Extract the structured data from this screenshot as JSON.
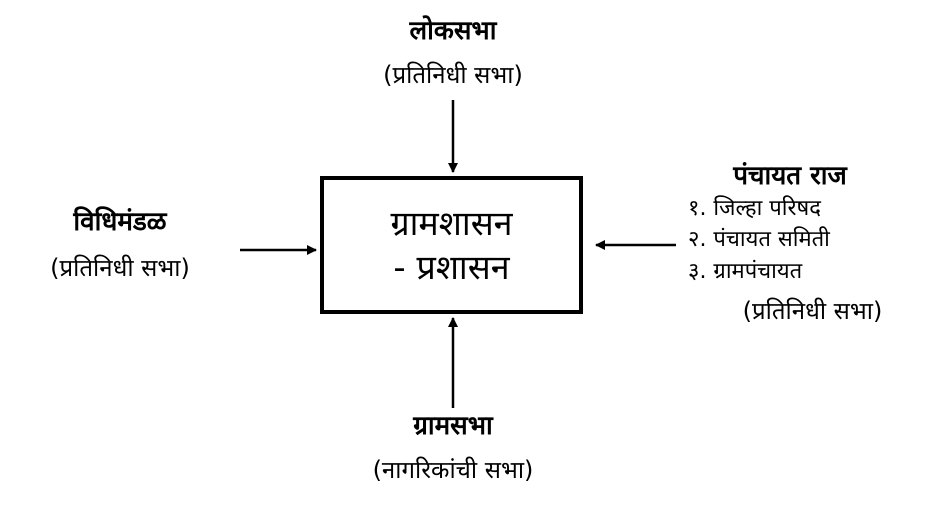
{
  "center": {
    "line1": "ग्रामशासन",
    "line2": "- प्रशासन"
  },
  "top": {
    "title": "लोकसभा",
    "subtitle": "(प्रतिनिधी सभा)"
  },
  "left": {
    "title": "विधिमंडळ",
    "subtitle": "(प्रतिनिधी सभा)"
  },
  "right": {
    "title": "पंचायत राज",
    "items": [
      "१. जिल्हा परिषद",
      "२. पंचायत समिती",
      "३. ग्रामपंचायत"
    ],
    "subtitle": "(प्रतिनिधी सभा)"
  },
  "bottom": {
    "title": "ग्रामसभा",
    "subtitle": "(नागरिकांची सभा)"
  }
}
